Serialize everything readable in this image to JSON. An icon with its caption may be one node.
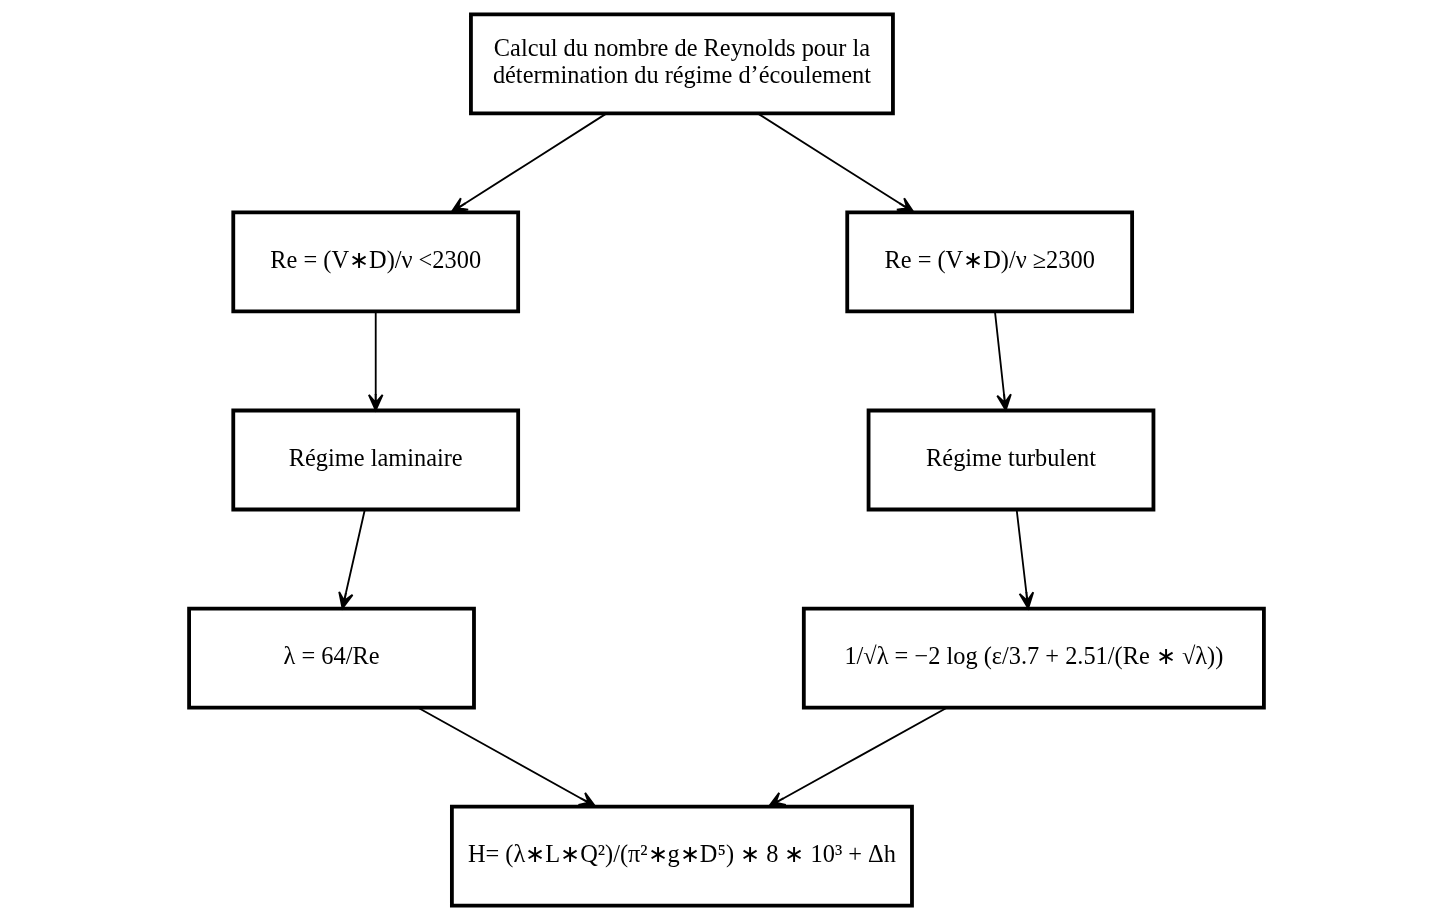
{
  "diagram": {
    "nodes": [
      {
        "text": [
          "Calcul du nombre de Reynolds pour la détermination du régime d’écoulement"
        ]
      },
      {
        "text": [
          "Re = (V∗D)/ν <2300"
        ]
      },
      {
        "text": [
          "Re = (V∗D)/ν ≥2300"
        ]
      },
      {
        "text": [
          "Régime laminaire"
        ]
      },
      {
        "text": [
          "Régime turbulent"
        ]
      },
      {
        "text": [
          "λ = 64/Re"
        ]
      },
      {
        "text": [
          "1/√λ = −2 log (ε/3.7 + 2.51/(Re ∗ √λ))"
        ]
      },
      {
        "text": [
          "H= (λ∗L∗Q²)/(π²∗g∗D⁵) ∗ 8 ∗ 10³ + Δh"
        ]
      }
    ],
    "edges": [
      {
        "from": 0,
        "to": 1,
        "arrow": "to"
      },
      {
        "from": 0,
        "to": 2,
        "arrow": "to"
      },
      {
        "from": 1,
        "to": 3,
        "arrow": "to"
      },
      {
        "from": 2,
        "to": 4,
        "arrow": "to"
      },
      {
        "from": 3,
        "to": 5,
        "arrow": "to"
      },
      {
        "from": 4,
        "to": 6,
        "arrow": "to"
      },
      {
        "from": 5,
        "to": 7,
        "arrow": "to"
      },
      {
        "from": 6,
        "to": 7,
        "arrow": "to"
      }
    ]
  }
}
